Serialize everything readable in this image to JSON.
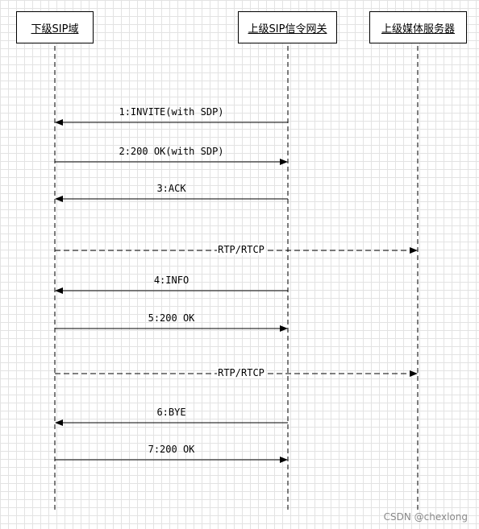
{
  "participants": [
    {
      "id": "lower",
      "label": "下级SIP域"
    },
    {
      "id": "gateway",
      "label": "上级SIP信令网关"
    },
    {
      "id": "media",
      "label": "上级媒体服务器"
    }
  ],
  "messages": [
    {
      "label": "1:INVITE(with SDP)",
      "from": "gateway",
      "to": "lower",
      "style": "solid"
    },
    {
      "label": "2:200 OK(with SDP)",
      "from": "lower",
      "to": "gateway",
      "style": "solid"
    },
    {
      "label": "3:ACK",
      "from": "gateway",
      "to": "lower",
      "style": "solid"
    },
    {
      "label": "RTP/RTCP",
      "from": "lower",
      "to": "media",
      "style": "dashed"
    },
    {
      "label": "4:INFO",
      "from": "gateway",
      "to": "lower",
      "style": "solid"
    },
    {
      "label": "5:200 OK",
      "from": "lower",
      "to": "gateway",
      "style": "solid"
    },
    {
      "label": "RTP/RTCP",
      "from": "lower",
      "to": "media",
      "style": "dashed"
    },
    {
      "label": "6:BYE",
      "from": "gateway",
      "to": "lower",
      "style": "solid"
    },
    {
      "label": "7:200 OK",
      "from": "lower",
      "to": "gateway",
      "style": "solid"
    }
  ],
  "watermark": "CSDN @chexlong"
}
